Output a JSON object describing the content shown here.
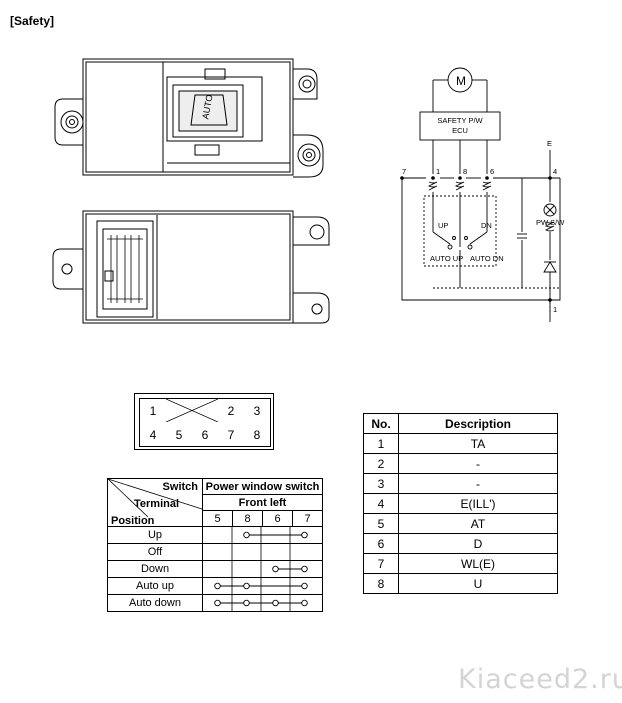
{
  "header": "[Safety]",
  "schematic": {
    "motor_label": "M",
    "ecu_line1": "SAFETY P/W",
    "ecu_line2": "ECU",
    "ground_top": "E",
    "terminals": [
      "7",
      "1",
      "8",
      "6",
      "4"
    ],
    "bottom_terminal": "1",
    "up": "UP",
    "dn": "DN",
    "auto_up": "AUTO UP",
    "auto_dn": "AUTO DN",
    "pw_sw": "PW S/W"
  },
  "connector": {
    "top_row": [
      "1",
      "2",
      "3"
    ],
    "bottom_row": [
      "4",
      "5",
      "6",
      "7",
      "8"
    ]
  },
  "description_table": {
    "headers": [
      "No.",
      "Description"
    ],
    "rows": [
      [
        "1",
        "TA"
      ],
      [
        "2",
        "-"
      ],
      [
        "3",
        "-"
      ],
      [
        "4",
        "E(ILL')"
      ],
      [
        "5",
        "AT"
      ],
      [
        "6",
        "D"
      ],
      [
        "7",
        "WL(E)"
      ],
      [
        "8",
        "U"
      ]
    ]
  },
  "switch_table": {
    "corner_switch": "Switch",
    "corner_terminal": "Terminal",
    "corner_position": "Position",
    "group_title": "Power window switch",
    "sub_title": "Front left",
    "terminals": [
      "5",
      "8",
      "6",
      "7"
    ],
    "rows": [
      {
        "position": "Up",
        "connects": [
          "8",
          "7"
        ]
      },
      {
        "position": "Off",
        "connects": []
      },
      {
        "position": "Down",
        "connects": [
          "6",
          "7"
        ]
      },
      {
        "position": "Auto up",
        "connects": [
          "5",
          "8",
          "7"
        ]
      },
      {
        "position": "Auto down",
        "connects": [
          "5",
          "8",
          "6",
          "7"
        ]
      }
    ]
  },
  "watermark": "Kiaceed2.ru"
}
